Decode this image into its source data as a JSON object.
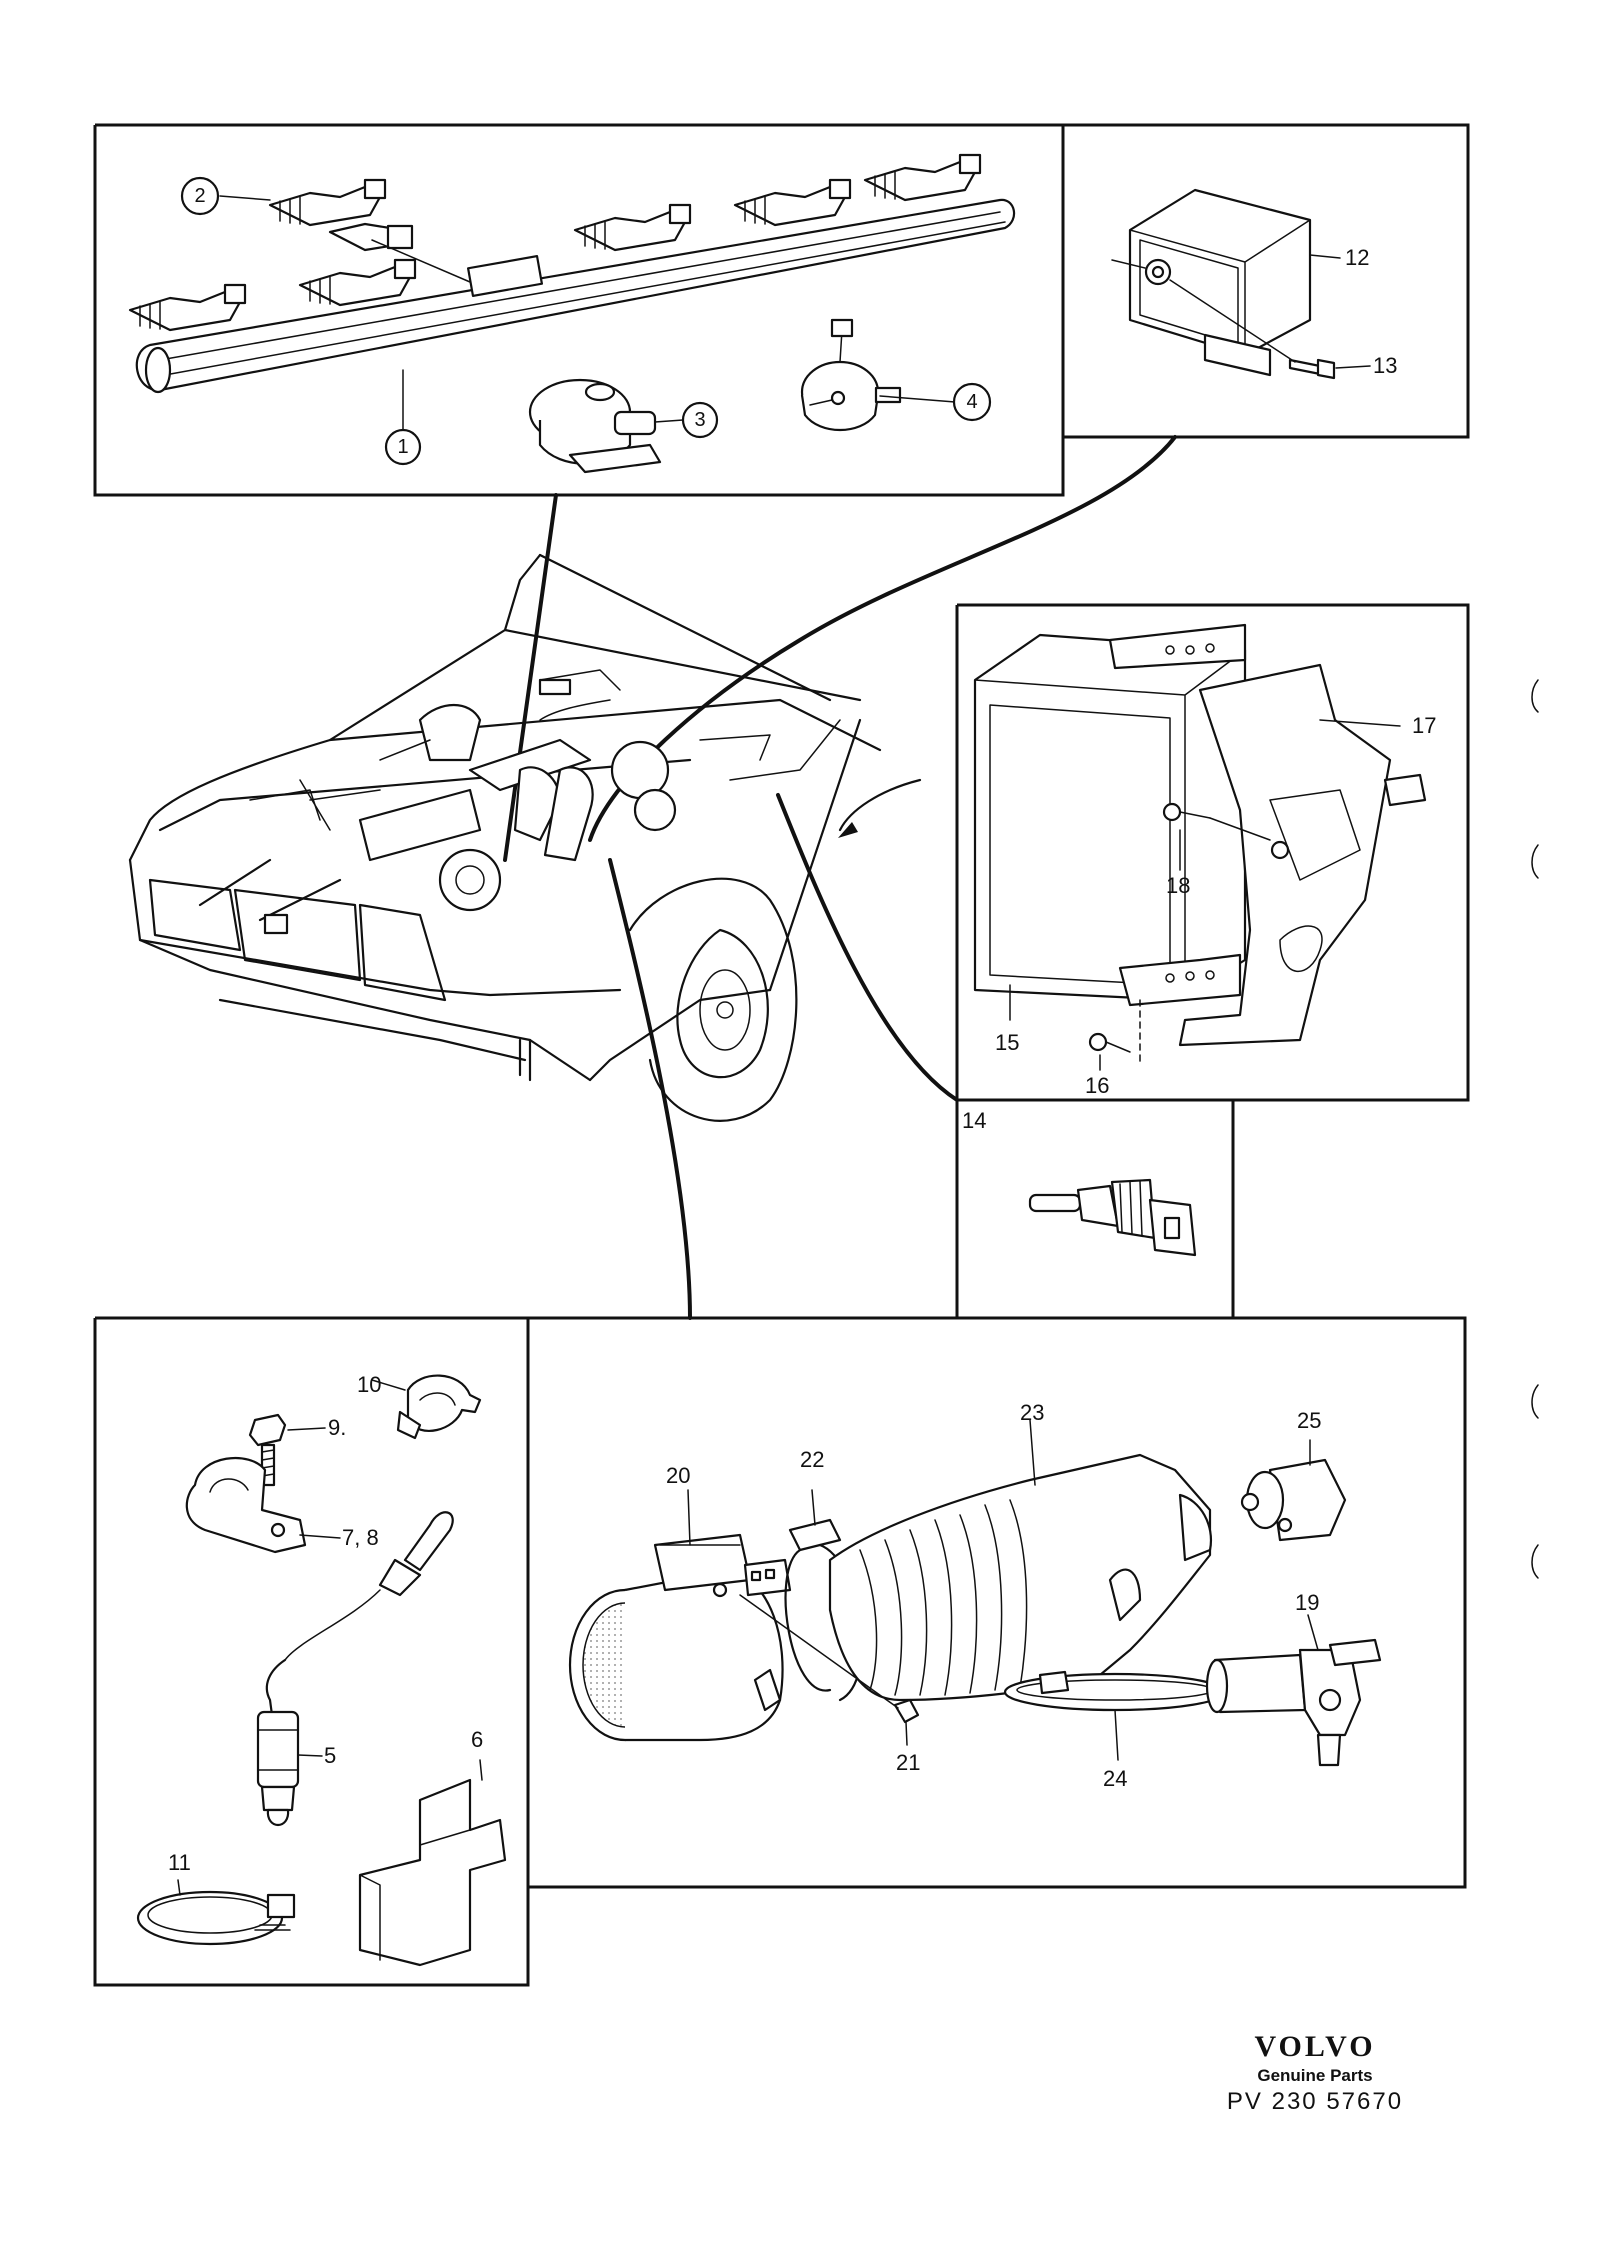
{
  "parts": {
    "p1": "1",
    "p2": "2",
    "p3": "3",
    "p4": "4",
    "p5": "5",
    "p6": "6",
    "p78": "7, 8",
    "p9": "9.",
    "p10": "10",
    "p11": "11",
    "p12": "12",
    "p13": "13",
    "p14": "14",
    "p15": "15",
    "p16": "16",
    "p17": "17",
    "p18": "18",
    "p19": "19",
    "p20": "20",
    "p21": "21",
    "p22": "22",
    "p23": "23",
    "p24": "24",
    "p25": "25"
  },
  "brand": {
    "logo": "VOLVO",
    "tagline": "Genuine Parts",
    "code": "PV  230  57670"
  }
}
